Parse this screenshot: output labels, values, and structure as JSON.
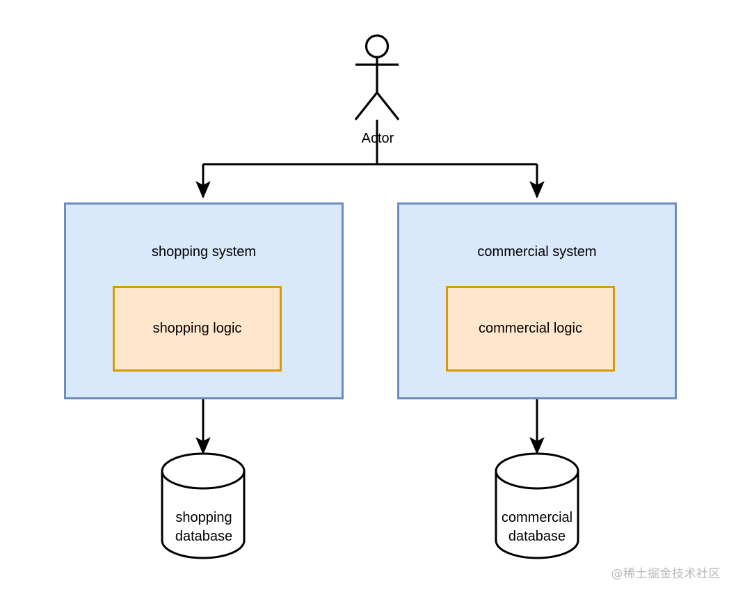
{
  "diagram": {
    "type": "architecture-diagram",
    "background_color": "#ffffff",
    "actor": {
      "label": "Actor",
      "icon": "stick-figure-actor"
    },
    "systems": [
      {
        "id": "shopping-system",
        "label": "shopping system",
        "fill_color": "#dae8fc",
        "stroke_color": "#6c8ebf",
        "component": {
          "id": "shopping-logic",
          "label": "shopping logic",
          "fill_color": "#ffe6cc",
          "stroke_color": "#d79b00"
        },
        "database": {
          "id": "shopping-database",
          "line1": "shopping",
          "line2": "database",
          "fill_color": "#ffffff",
          "stroke_color": "#000000"
        }
      },
      {
        "id": "commercial-system",
        "label": "commercial system",
        "fill_color": "#dae8fc",
        "stroke_color": "#6c8ebf",
        "component": {
          "id": "commercial-logic",
          "label": "commercial logic",
          "fill_color": "#ffe6cc",
          "stroke_color": "#d79b00"
        },
        "database": {
          "id": "commercial-database",
          "line1": "commercial",
          "line2": "database",
          "fill_color": "#ffffff",
          "stroke_color": "#000000"
        }
      }
    ],
    "connectors": [
      {
        "from": "actor",
        "to": "shopping-system",
        "style": "orthogonal-arrow"
      },
      {
        "from": "actor",
        "to": "commercial-system",
        "style": "orthogonal-arrow"
      },
      {
        "from": "shopping-system",
        "to": "shopping-database",
        "style": "straight-arrow"
      },
      {
        "from": "commercial-system",
        "to": "commercial-database",
        "style": "straight-arrow"
      }
    ],
    "watermark": "@稀土掘金技术社区"
  }
}
